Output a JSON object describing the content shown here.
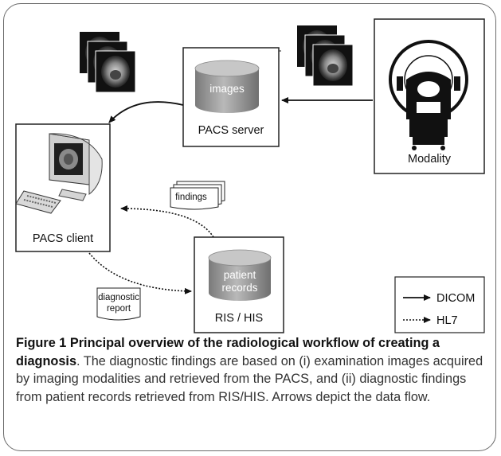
{
  "diagram": {
    "pacs_server": {
      "label": "PACS server",
      "db_label": "images"
    },
    "modality": {
      "label": "Modality"
    },
    "pacs_client": {
      "label": "PACS client"
    },
    "ris_his": {
      "label": "RIS / HIS",
      "db_line1": "patient",
      "db_line2": "records"
    },
    "findings_doc": {
      "label": "findings"
    },
    "report_doc": {
      "line1": "diagnostic",
      "line2": "report"
    },
    "legend": {
      "dicom": "DICOM",
      "hl7": "HL7"
    }
  },
  "caption": {
    "title": "Figure 1 Principal overview of the radiological workflow of creating a diagnosis",
    "body": ". The diagnostic findings are based on (i) examination images acquired by imaging modalities and retrieved from the PACS, and (ii) diagnostic findings from patient records retrieved from RIS/HIS. Arrows depict the data flow."
  }
}
